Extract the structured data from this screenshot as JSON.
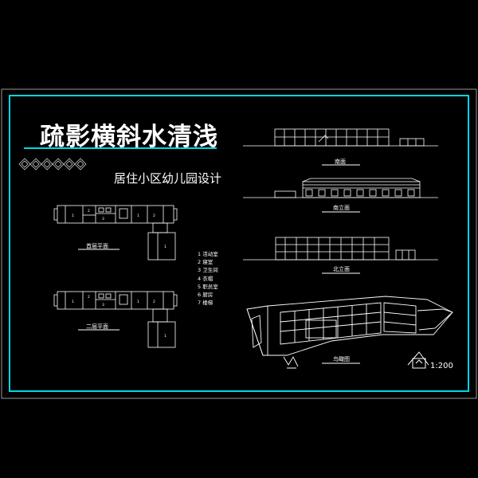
{
  "title": "疏影横斜水清浅",
  "subtitle": "居住小区幼儿园设计",
  "plans": {
    "ground_floor_label": "首层平面",
    "second_floor_label": "二层平面"
  },
  "elevations": {
    "top_label": "南面",
    "middle_label": "南立面",
    "bottom_label": "北立面",
    "perspective_label": "鸟瞰图"
  },
  "legend": [
    "1 活动室",
    "2 寝室",
    "3 卫生间",
    "4 衣帽",
    "5 职员室",
    "6 厨房",
    "7 楼梯"
  ],
  "scale": "1:200",
  "colors": {
    "background": "#000000",
    "frame": "#00d6e8",
    "lines": "#ffffff",
    "diamonds": "#c8c8c8"
  }
}
